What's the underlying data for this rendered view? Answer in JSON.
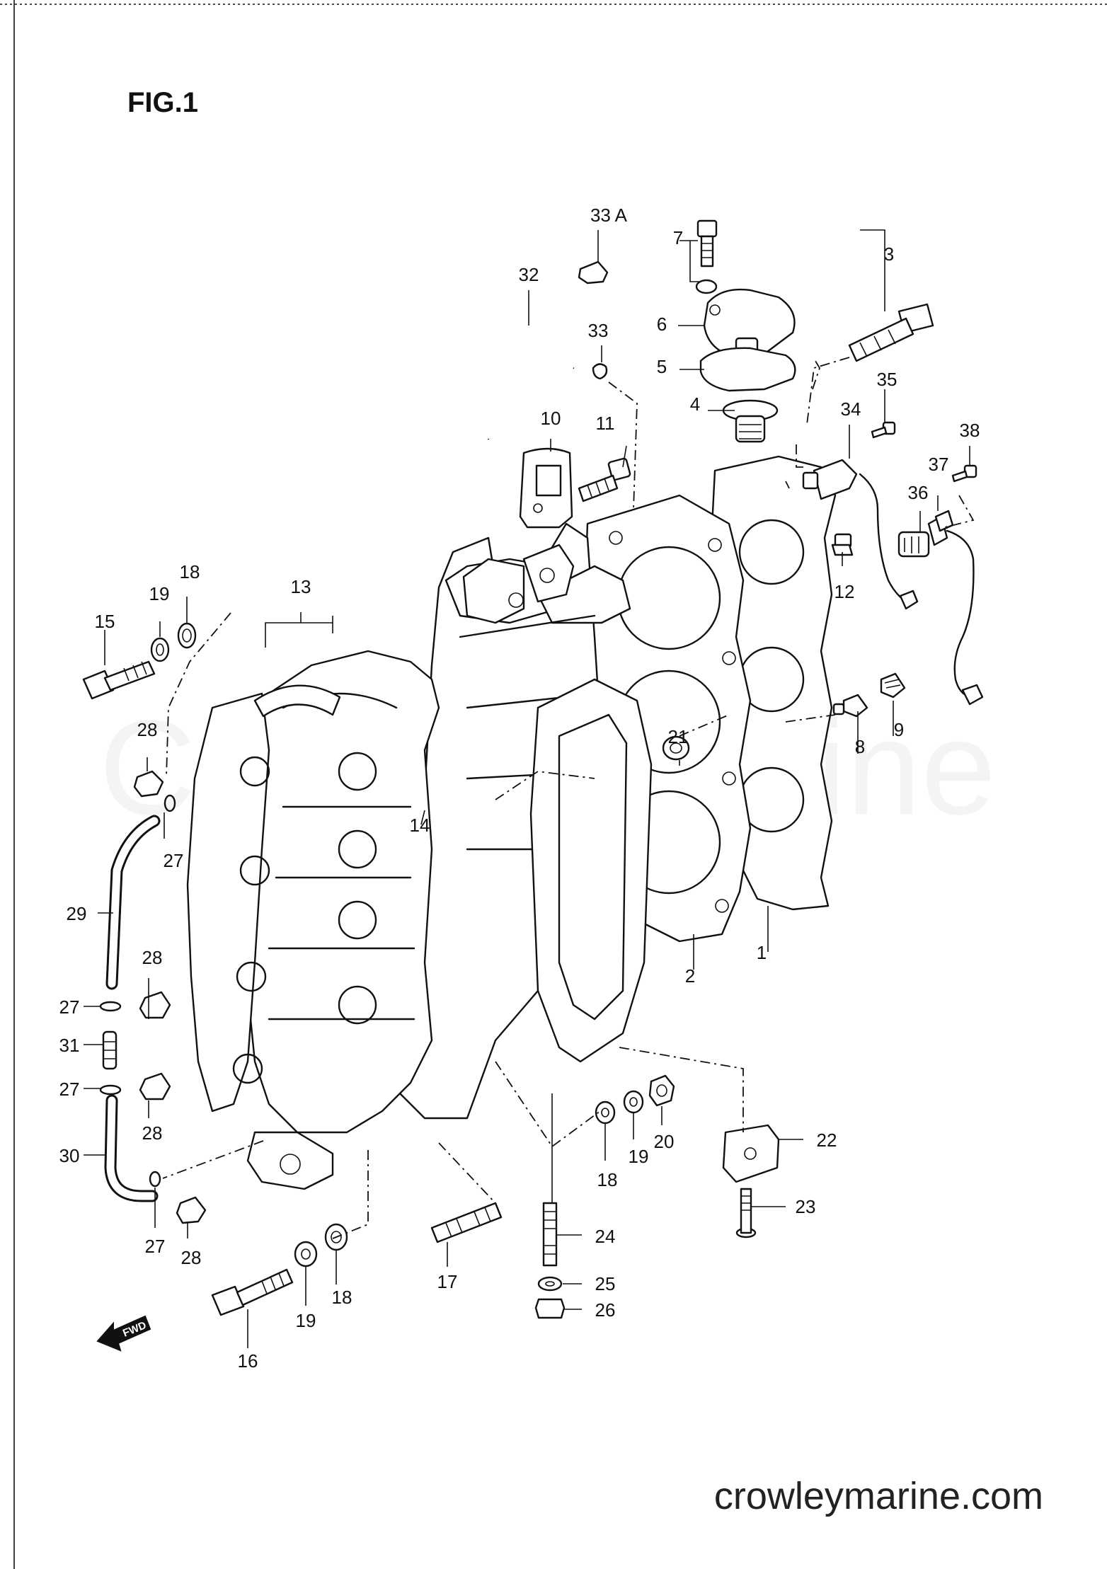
{
  "figure_title": "FIG.1",
  "watermark": "CrowleyMarine",
  "website": "crowleymarine.com",
  "forward_marker": "FWD",
  "callouts": {
    "c1": "1",
    "c2": "2",
    "c3": "3",
    "c4": "4",
    "c5": "5",
    "c6": "6",
    "c7": "7",
    "c8": "8",
    "c9": "9",
    "c10": "10",
    "c11": "11",
    "c12": "12",
    "c13": "13",
    "c14": "14",
    "c15": "15",
    "c16": "16",
    "c17": "17",
    "c18a": "18",
    "c18b": "18",
    "c18c": "18",
    "c19a": "19",
    "c19b": "19",
    "c19c": "19",
    "c20": "20",
    "c21": "21",
    "c22": "22",
    "c23": "23",
    "c24": "24",
    "c25": "25",
    "c26": "26",
    "c27a": "27",
    "c27b": "27",
    "c27c": "27",
    "c27d": "27",
    "c28a": "28",
    "c28b": "28",
    "c28c": "28",
    "c28d": "28",
    "c29": "29",
    "c30": "30",
    "c31": "31",
    "c32": "32",
    "c33": "33",
    "c33a": "33 A",
    "c34": "34",
    "c35": "35",
    "c36": "36",
    "c37": "37",
    "c38": "38"
  }
}
